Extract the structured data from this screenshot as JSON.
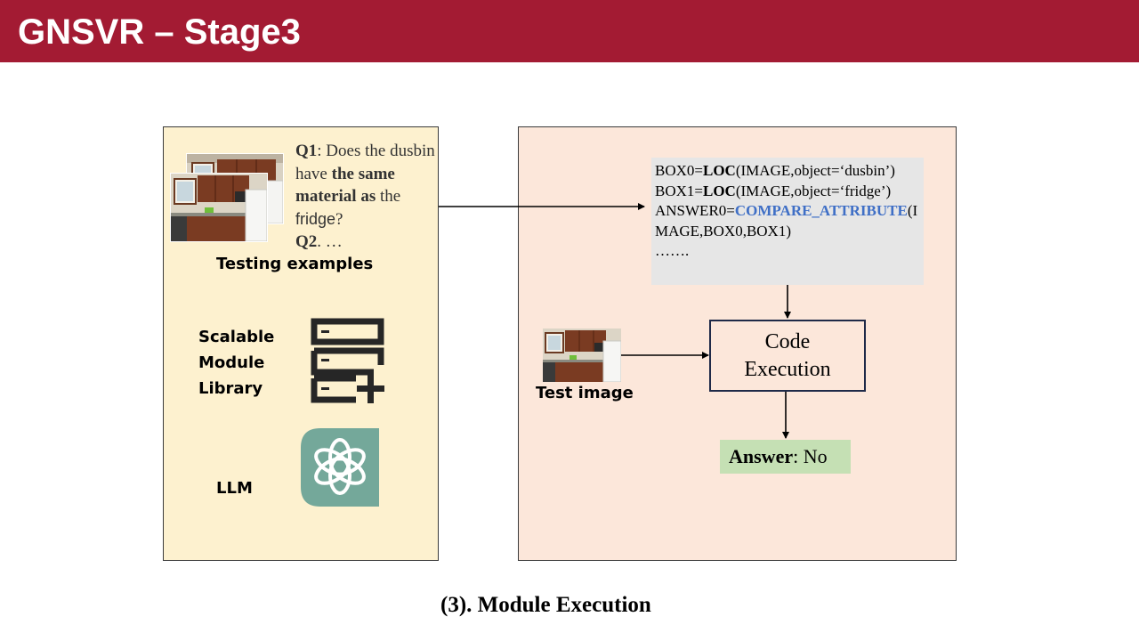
{
  "header": {
    "title": "GNSVR – Stage3"
  },
  "colors": {
    "header_bg": "#a31b33",
    "left_panel_bg": "#fdf1cf",
    "right_panel_bg": "#fce7da",
    "code_bg": "#e6e6e6",
    "module_name_blue": "#3f6fc6",
    "answer_bg": "#c5e0b4",
    "llm_icon_bg": "#74a89a"
  },
  "left_panel": {
    "question": {
      "q1_label": "Q1",
      "q1_text_a": ": Does the dusbin have ",
      "q1_bold": "the same material as",
      "q1_text_b": " the ",
      "q1_object": "fridge",
      "q1_text_c": "?",
      "q2_label": "Q2",
      "q2_text": ". …"
    },
    "testing_examples_label": "Testing examples",
    "library_label_lines": [
      "Scalable",
      "Module",
      "Library"
    ],
    "library_icon": "module-library-add-icon",
    "llm_label": "LLM",
    "llm_icon": "openai-logo-icon"
  },
  "right_panel": {
    "code": {
      "line1": {
        "prefix": "BOX0=",
        "module": "LOC",
        "args": "(IMAGE,object=‘dusbin’)"
      },
      "line2": {
        "prefix": "BOX1=",
        "module": "LOC",
        "args": "(IMAGE,object=‘fridge’)"
      },
      "line3": {
        "prefix": "ANSWER0=",
        "module": "COMPARE_ATTRIBUTE",
        "args": "(IMAGE,BOX0,BOX1)"
      },
      "line4": "……."
    },
    "execution_label_lines": [
      "Code",
      "Execution"
    ],
    "test_image_label": "Test image",
    "answer": {
      "label": "Answer",
      "value": ": No"
    }
  },
  "caption": "(3). Module Execution"
}
